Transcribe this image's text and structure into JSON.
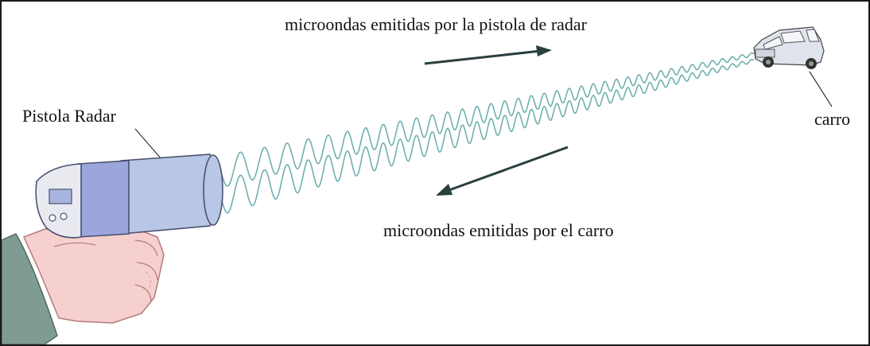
{
  "labels": {
    "emitted_by_gun": "microondas emitidas por la pistola de radar",
    "emitted_by_car": "microondas emitidas por el carro",
    "radar_gun": "Pistola Radar",
    "car": "carro"
  },
  "colors": {
    "wave": "#6fb0b0",
    "arrow": "#2a3f3f",
    "barrel": "#b9c7e6",
    "band": "#9aa6dc",
    "hand": "#f6cfcf",
    "sleeve": "#7e9c94",
    "car_body": "#dfe3ec"
  }
}
